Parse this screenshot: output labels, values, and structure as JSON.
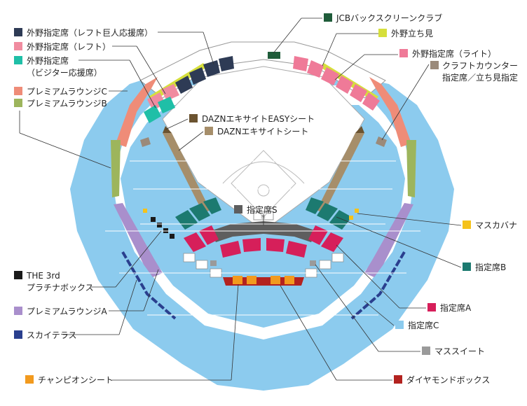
{
  "colors": {
    "seat_c": "#8ccbee",
    "premium_a": "#a98fcc",
    "premium_b": "#9db55c",
    "premium_c": "#ef8c78",
    "sky_terrace": "#2a3f8e",
    "outfield_left_giants": "#2e3b55",
    "outfield_left": "#f08ca0",
    "outfield_visitor": "#1fbfa7",
    "outfield_right": "#ef7a98",
    "outfield_standing": "#d6df3c",
    "jcb": "#1f5c3a",
    "craft_counter": "#9b8a7a",
    "dazn_easy": "#6b5330",
    "dazn": "#a68e6a",
    "seat_s": "#5e5e5e",
    "seat_a": "#d61f5a",
    "seat_b": "#1c7a70",
    "masu_sweet": "#9a9a9a",
    "diamond_box": "#b3221f",
    "champion": "#f29a1e",
    "masukabana": "#f5c21a",
    "the3rd": "#1a1a1a",
    "grey_seats": "#8a8a8a",
    "field_line": "#bbbbbb"
  },
  "labels": {
    "jcb": "JCBバックスクリーンクラブ",
    "outfield_standing": "外野立ち見",
    "outfield_right": "外野指定席（ライト）",
    "craft_line1": "クラフトカウンター",
    "craft_line2": "指定席／立ち見指定",
    "outfield_left_giants": "外野指定席（レフト巨人応援席）",
    "outfield_left": "外野指定席（レフト）",
    "outfield_visitor_line1": "外野指定席",
    "outfield_visitor_line2": "（ビジター応援席）",
    "premium_c": "プレミアムラウンジC",
    "premium_b": "プレミアムラウンジB",
    "dazn_easy": "DAZNエキサイトEASYシート",
    "dazn": "DAZNエキサイトシート",
    "seat_s": "指定席S",
    "masukabana": "マスカバナ",
    "seat_b": "指定席B",
    "the3rd_line1": "THE 3rd",
    "the3rd_line2": "プラチナボックス",
    "premium_a": "プレミアムラウンジA",
    "seat_a": "指定席A",
    "seat_c": "指定席C",
    "sky_terrace": "スカイテラス",
    "masu_sweet": "マススイート",
    "champion": "チャンピオンシート",
    "diamond_box": "ダイヤモンドボックス"
  }
}
